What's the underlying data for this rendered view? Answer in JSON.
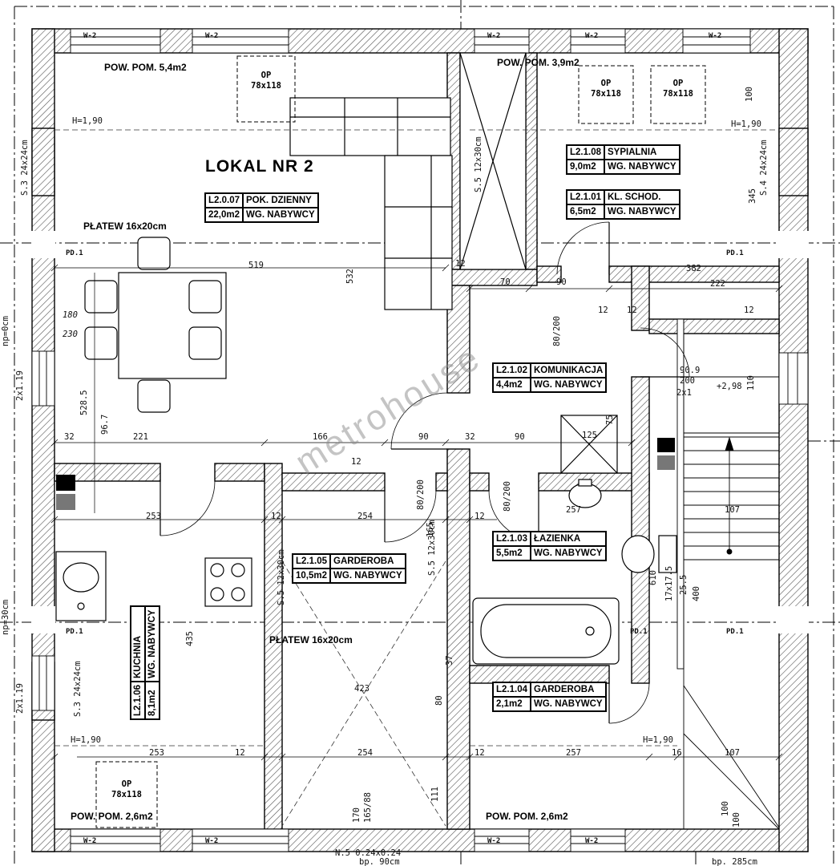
{
  "title": "LOKAL NR 2",
  "watermark": "metrohouse",
  "rooms": [
    {
      "code": "L2.0.07",
      "name": "POK. DZIENNY",
      "area": "22,0m2",
      "owner": "WG. NABYWCY"
    },
    {
      "code": "L2.1.08",
      "name": "SYPIALNIA",
      "area": "9,0m2",
      "owner": "WG. NABYWCY"
    },
    {
      "code": "L2.1.01",
      "name": "KL. SCHOD.",
      "area": "6,5m2",
      "owner": "WG. NABYWCY"
    },
    {
      "code": "L2.1.02",
      "name": "KOMUNIKACJA",
      "area": "4,4m2",
      "owner": "WG. NABYWCY"
    },
    {
      "code": "L2.1.05",
      "name": "GARDEROBA",
      "area": "10,5m2",
      "owner": "WG. NABYWCY"
    },
    {
      "code": "L2.1.03",
      "name": "ŁAZIENKA",
      "area": "5,5m2",
      "owner": "WG. NABYWCY"
    },
    {
      "code": "L2.1.04",
      "name": "GARDEROBA",
      "area": "2,1m2",
      "owner": "WG. NABYWCY"
    },
    {
      "code": "L2.1.06",
      "name": "KUCHNIA",
      "area": "8,1m2",
      "owner": "WG. NABYWCY"
    }
  ],
  "areas": {
    "top_left": "POW. POM. 5,4m2",
    "top_right": "POW. POM. 3,9m2",
    "bottom_left": "POW. POM. 2,6m2",
    "bottom_right": "POW. POM. 2,6m2"
  },
  "roof_window": {
    "l1": "OP",
    "l2": "78x118"
  },
  "labels": {
    "w2": "W-2",
    "pd1": "PD.1",
    "h190": "H=1,90",
    "platew": "PŁATEW 16x20cm",
    "s3": "S.3 24x24cm",
    "s4": "S.4 24x24cm",
    "s5": "S.5 12x30cm",
    "door80": "80/200"
  },
  "dims": [
    "519",
    "532",
    "12",
    "70",
    "90",
    "382",
    "222",
    "345",
    "100",
    "180",
    "230",
    "528.5",
    "96.7",
    "32",
    "221",
    "166",
    "125",
    "90.9",
    "200",
    "2x1",
    "+2,98",
    "110",
    "253",
    "254",
    "257",
    "107",
    "165",
    "610",
    "17x17.5",
    "25.5",
    "400",
    "435",
    "423",
    "80",
    "37",
    "111",
    "170",
    "165/88",
    "16",
    "N.5  0.24x0.24",
    "bp. 90cm",
    "bp. 285cm",
    "np=0cm",
    "2x1.19",
    "np=30cm",
    "75"
  ]
}
